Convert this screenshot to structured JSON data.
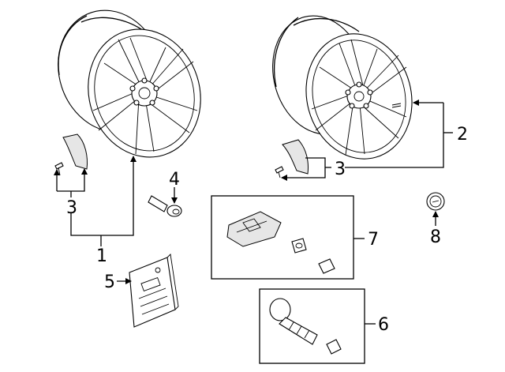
{
  "callouts": {
    "c1": "1",
    "c2": "2",
    "c3_left": "3",
    "c3_right": "3",
    "c4": "4",
    "c5": "5",
    "c6": "6",
    "c7": "7",
    "c8": "8"
  }
}
